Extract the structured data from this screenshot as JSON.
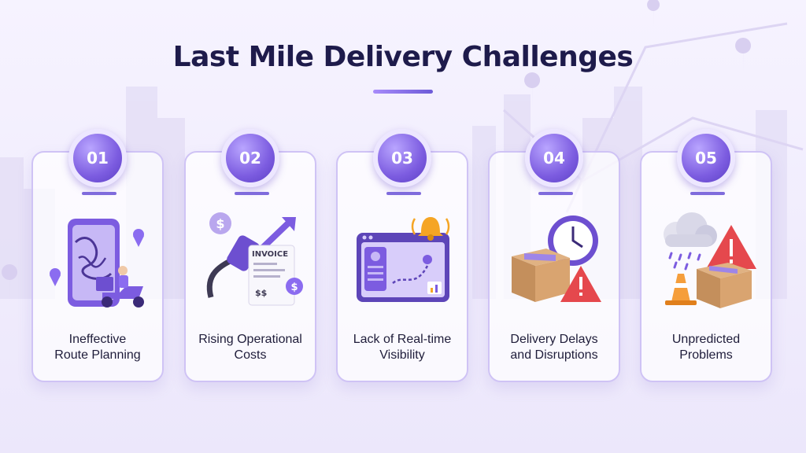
{
  "title": "Last Mile Delivery Challenges",
  "cards": [
    {
      "number": "01",
      "line1": "Ineffective",
      "line2": "Route Planning",
      "icon": "phone-map-scooter-icon"
    },
    {
      "number": "02",
      "line1": "Rising Operational",
      "line2": "Costs",
      "icon": "fuel-invoice-icon",
      "invoice_text": "INVOICE",
      "dollar_text": "$$"
    },
    {
      "number": "03",
      "line1": "Lack of Real-time",
      "line2": "Visibility",
      "icon": "dashboard-bell-icon"
    },
    {
      "number": "04",
      "line1": "Delivery Delays",
      "line2": "and Disruptions",
      "icon": "clock-box-warning-icon"
    },
    {
      "number": "05",
      "line1": "Unpredicted",
      "line2": "Problems",
      "icon": "storm-cone-box-icon"
    }
  ],
  "colors": {
    "accent": "#7c5ce0",
    "title": "#1e1b4b",
    "warning": "#e5484d"
  }
}
